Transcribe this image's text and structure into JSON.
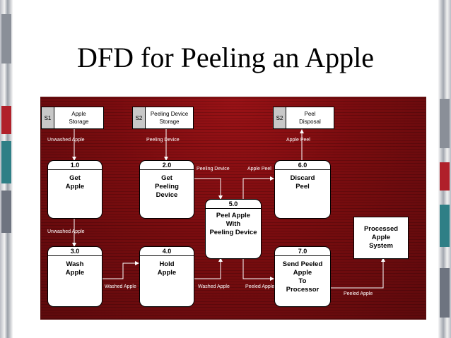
{
  "title": "DFD for Peeling an Apple",
  "stores": [
    {
      "id": "S1",
      "name": "Apple\nStorage"
    },
    {
      "id": "S2",
      "name": "Peeling Device\nStorage"
    },
    {
      "id": "S2",
      "name": "Peel\nDisposal"
    }
  ],
  "processes": [
    {
      "number": "1.0",
      "name": "Get\nApple"
    },
    {
      "number": "2.0",
      "name": "Get\nPeeling\nDevice"
    },
    {
      "number": "6.0",
      "name": "Discard\nPeel"
    },
    {
      "number": "5.0",
      "name": "Peel Apple\nWith\nPeeling Device"
    },
    {
      "number": "3.0",
      "name": "Wash\nApple"
    },
    {
      "number": "4.0",
      "name": "Hold\nApple"
    },
    {
      "number": "7.0",
      "name": "Send Peeled\nApple\nTo\nProcessor"
    }
  ],
  "external": {
    "name": "Processed\nApple\nSystem"
  },
  "flows": [
    "Unwashed   Apple",
    "Peeling   Device",
    "Apple   Peel",
    "Peeling Device",
    "Apple Peel",
    "Unwashed   Apple",
    "Washed Apple",
    "Washed Apple",
    "Peeled Apple",
    "Peeled Apple"
  ],
  "colors": {
    "panel": "#7a0d10",
    "arrow": "#ffffff",
    "store_id_fill": "#c8c8c8"
  }
}
